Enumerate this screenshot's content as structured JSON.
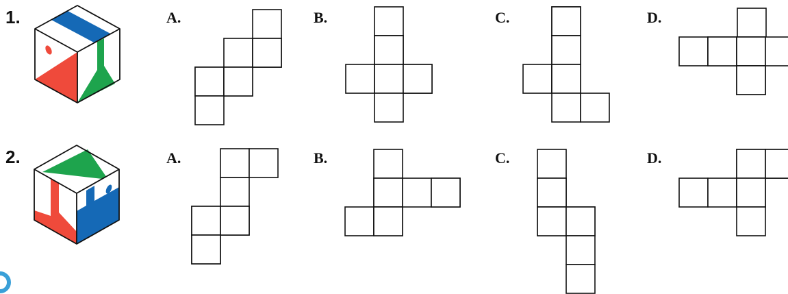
{
  "questions": [
    {
      "number": "1.",
      "options": [
        {
          "letter": "A."
        },
        {
          "letter": "B."
        },
        {
          "letter": "C."
        },
        {
          "letter": "D."
        }
      ]
    },
    {
      "number": "2.",
      "options": [
        {
          "letter": "A."
        },
        {
          "letter": "B."
        },
        {
          "letter": "C."
        },
        {
          "letter": "D."
        }
      ]
    }
  ],
  "colors": {
    "red": "#ef4a3b",
    "green": "#1ea44d",
    "blue": "#1569b6",
    "outline": "#111111"
  }
}
